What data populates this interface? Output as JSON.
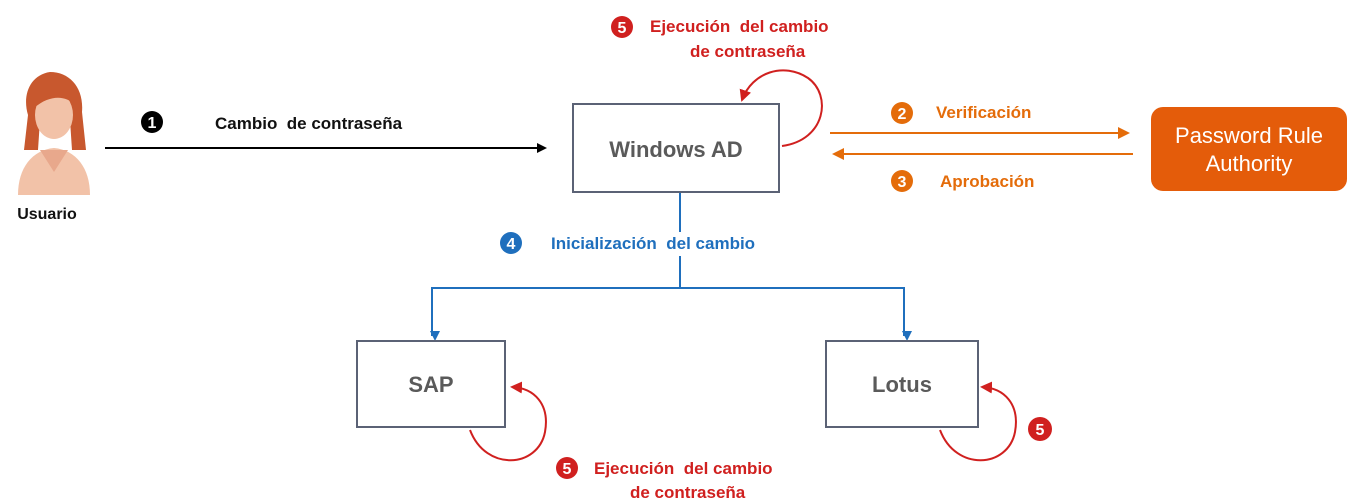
{
  "colors": {
    "black": "#000000",
    "red": "#d0201f",
    "orange": "#e46c0a",
    "blue": "#1f6fbd",
    "box_border": "#5b6275",
    "box_text": "#5a5a5a",
    "pra_fill": "#e45c0a",
    "user_icon": "#d86a4a"
  },
  "user": {
    "icon": "user-avatar-icon",
    "label": "Usuario"
  },
  "nodes": {
    "windows_ad": "Windows AD",
    "sap": "SAP",
    "lotus": "Lotus",
    "password_rule_authority": [
      "Password Rule",
      "Authority"
    ]
  },
  "steps": {
    "step1": {
      "number": "1",
      "label": "Cambio  de contraseña"
    },
    "step2": {
      "number": "2",
      "label": "Verificación"
    },
    "step3": {
      "number": "3",
      "label": "Aprobación"
    },
    "step4": {
      "number": "4",
      "label": "Inicialización  del cambio"
    },
    "step5_top": {
      "number": "5",
      "line1": "Ejecución  del cambio",
      "line2": "de contraseña"
    },
    "step5_sap": {
      "number": "5",
      "line1": "Ejecución  del cambio",
      "line2": "de contraseña"
    },
    "step5_lotus": {
      "number": "5"
    }
  }
}
